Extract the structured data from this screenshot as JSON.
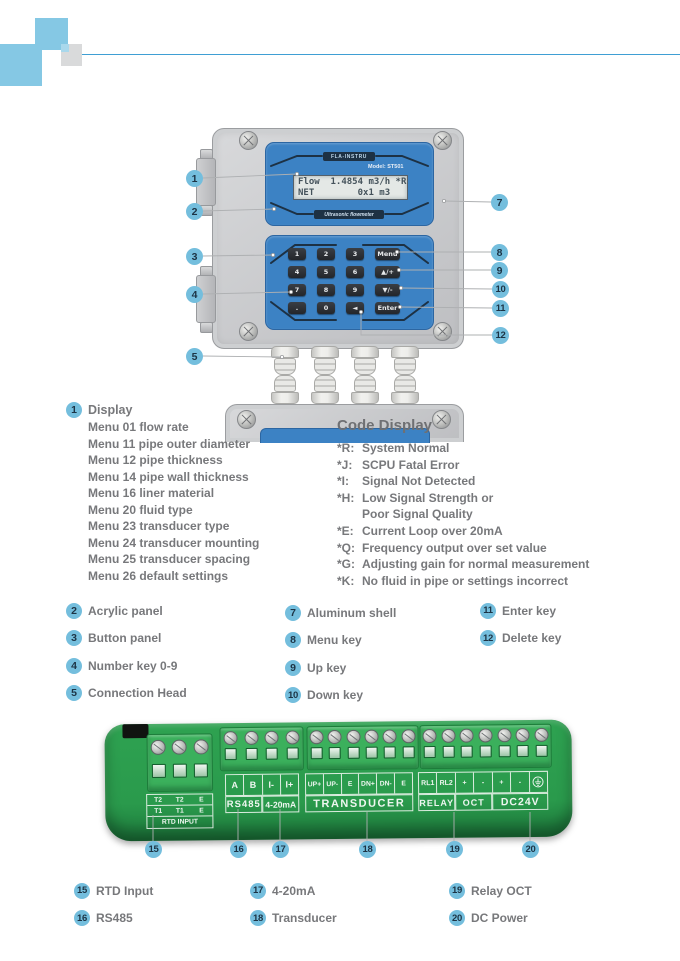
{
  "device": {
    "brand": "FLA-INSTRU",
    "model": "Model: ST501",
    "lcd": {
      "line1": "Flow  1.4854 m3/h *R",
      "line2": "NET        0x1 m3"
    },
    "caption": "Ultrasonic flowmeter",
    "keypad": {
      "keys": [
        "1",
        "2",
        "3",
        "Menu",
        "4",
        "5",
        "6",
        "▲/+",
        "7",
        "8",
        "9",
        "▼/-",
        ".",
        "0",
        "◄",
        "Enter"
      ]
    }
  },
  "callouts": {
    "left": [
      "1",
      "2",
      "3",
      "4",
      "5"
    ],
    "right": [
      "7",
      "8",
      "9",
      "10",
      "11",
      "12"
    ],
    "board_row": [
      "15",
      "16",
      "17",
      "18",
      "19",
      "20"
    ]
  },
  "display_section": {
    "number": "1",
    "title": "Display",
    "menu_items": [
      "Menu 01 flow rate",
      "Menu 11 pipe outer diameter",
      "Menu 12 pipe thickness",
      "Menu 14 pipe wall thickness",
      "Menu 16 liner material",
      "Menu 20 fluid type",
      "Menu 23 transducer type",
      "Menu 24 transducer mounting",
      "Menu 25 transducer spacing",
      "Menu 26 default settings"
    ]
  },
  "code_display": {
    "title": "Code Display",
    "items": [
      {
        "code": "*R:",
        "text": "System Normal"
      },
      {
        "code": "*J:",
        "text": "SCPU Fatal Error"
      },
      {
        "code": "*I:",
        "text": "Signal Not Detected"
      },
      {
        "code": "*H:",
        "text": "Low Signal Strength or"
      },
      {
        "code": "",
        "text": "Poor Signal Quality"
      },
      {
        "code": "*E:",
        "text": "Current Loop over 20mA"
      },
      {
        "code": "*Q:",
        "text": "Frequency output over set value"
      },
      {
        "code": "*G:",
        "text": "Adjusting gain for normal measurement"
      },
      {
        "code": "*K:",
        "text": "No fluid in pipe or settings incorrect"
      }
    ]
  },
  "parts": {
    "col1": [
      {
        "num": "2",
        "label": "Acrylic panel"
      },
      {
        "num": "3",
        "label": "Button panel"
      },
      {
        "num": "4",
        "label": "Number key 0-9"
      },
      {
        "num": "5",
        "label": "Connection Head"
      }
    ],
    "col2": [
      {
        "num": "7",
        "label": "Aluminum shell"
      },
      {
        "num": "8",
        "label": "Menu key"
      },
      {
        "num": "9",
        "label": "Up key"
      },
      {
        "num": "10",
        "label": "Down key"
      }
    ],
    "col3": [
      {
        "num": "11",
        "label": "Enter key"
      },
      {
        "num": "12",
        "label": "Delete key"
      }
    ]
  },
  "terminal_board": {
    "rtd": {
      "row1": [
        "T2",
        "T2",
        "E"
      ],
      "row2": [
        "T1",
        "T1",
        "E"
      ],
      "row3": "RTD  INPUT"
    },
    "rs485": {
      "cells": [
        "A",
        "B",
        "I-",
        "I+"
      ],
      "labels": [
        "RS485",
        "4-20mA"
      ]
    },
    "transducer": {
      "cells": [
        "UP+",
        "UP-",
        "E",
        "DN+",
        "DN-",
        "E"
      ],
      "label": "TRANSDUCER"
    },
    "io": {
      "cells": [
        "RL1",
        "RL2",
        "+",
        "-",
        "+",
        "-"
      ],
      "ground_icon": "earth-ground-icon",
      "labels": [
        "RELAY",
        "OCT",
        "DC24V"
      ]
    }
  },
  "board_parts": {
    "col1": [
      {
        "num": "15",
        "label": "RTD Input"
      },
      {
        "num": "16",
        "label": "RS485"
      }
    ],
    "col2": [
      {
        "num": "17",
        "label": "4-20mA"
      },
      {
        "num": "18",
        "label": "Transducer"
      }
    ],
    "col3": [
      {
        "num": "19",
        "label": "Relay OCT"
      },
      {
        "num": "20",
        "label": "DC Power"
      }
    ]
  },
  "colors": {
    "accent_blue": "#85c8e4",
    "callout_blue": "#74bedd",
    "line_blue": "#3f9fd4",
    "panel_blue": "#3c82c4",
    "board_green": "#2a9a4c"
  }
}
